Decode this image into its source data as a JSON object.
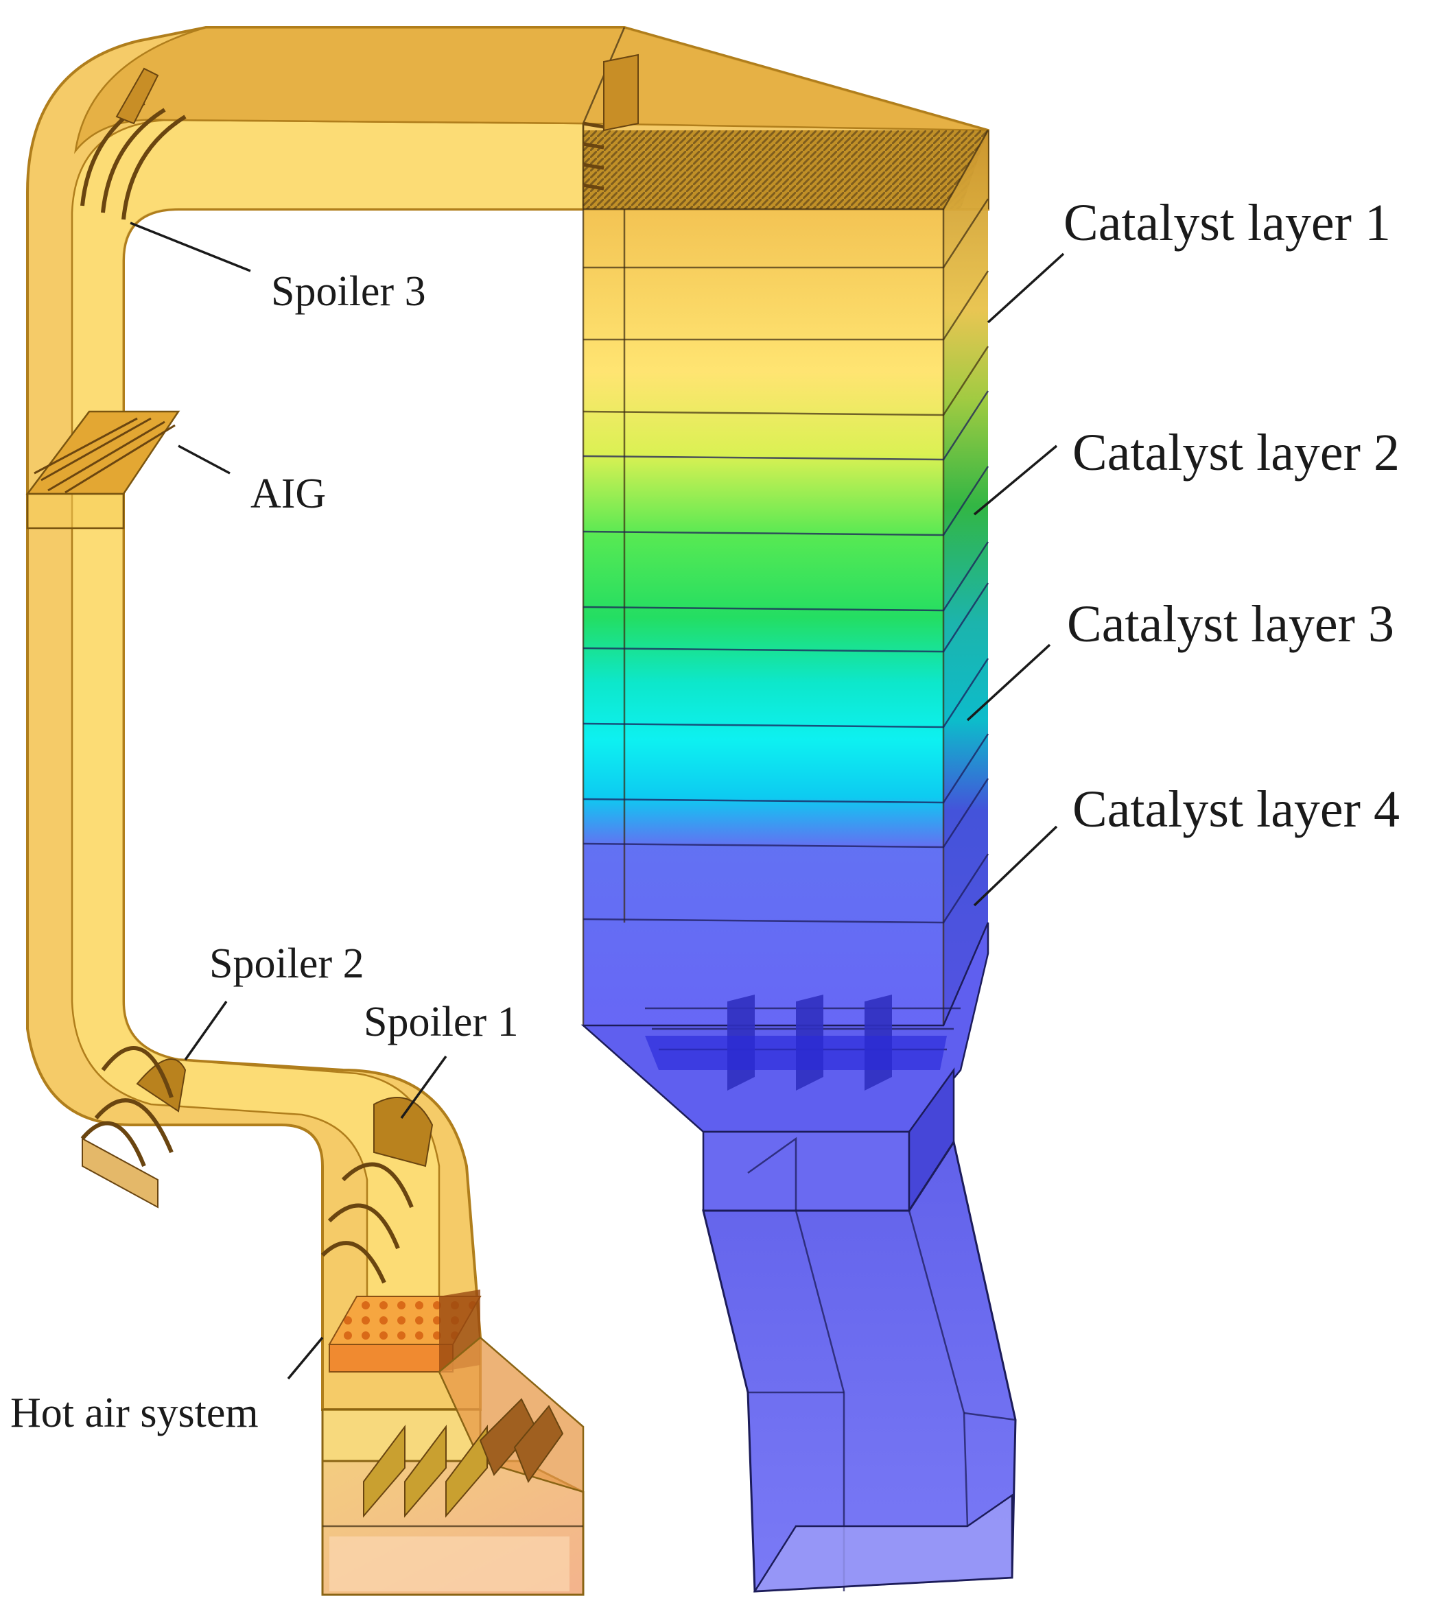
{
  "labels": {
    "spoiler_3": "Spoiler 3",
    "aig": "AIG",
    "spoiler_2": "Spoiler 2",
    "spoiler_1": "Spoiler 1",
    "hot_air_system": "Hot air system",
    "catalyst_layer_1": "Catalyst layer 1",
    "catalyst_layer_2": "Catalyst layer 2",
    "catalyst_layer_3": "Catalyst layer 3",
    "catalyst_layer_4": "Catalyst layer 4"
  },
  "colors": {
    "duct_fill": "#f3c24d",
    "duct_edge": "#c98f1f",
    "duct_inner": "#ffe27a",
    "gradient_yellow": "#ffe36a",
    "gradient_green": "#22d63c",
    "gradient_cyan": "#00f0f0",
    "gradient_blue": "#5f5ff5",
    "outlet_blue": "#6060f0",
    "hot_air_pink": "#f6c89a",
    "label_text": "#1a1a1a"
  }
}
